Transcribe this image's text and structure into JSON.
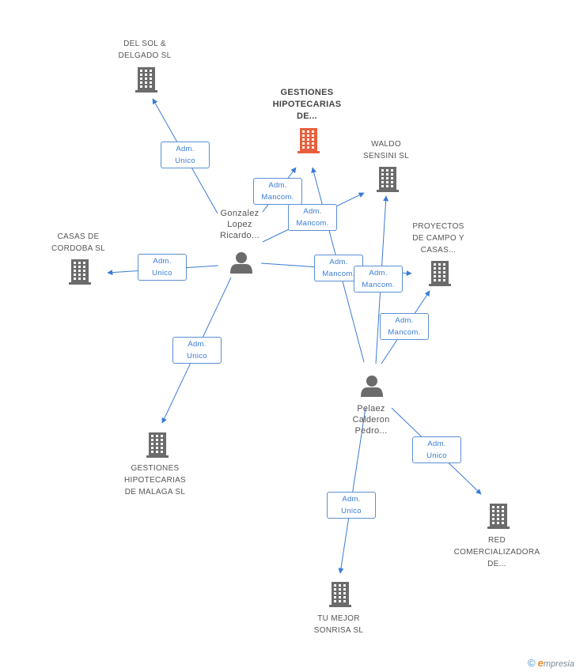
{
  "nodes": {
    "gestiones_hipotecarias_de": {
      "label": "GESTIONES\nHIPOTECARIAS\nDE...",
      "type": "company",
      "highlight": true
    },
    "del_sol_delgado": {
      "label": "DEL SOL &\nDELGADO SL",
      "type": "company"
    },
    "waldo_sensini": {
      "label": "WALDO\nSENSINI SL",
      "type": "company"
    },
    "casas_de_cordoba": {
      "label": "CASAS DE\nCORDOBA SL",
      "type": "company"
    },
    "proyectos_campo_casas": {
      "label": "PROYECTOS\nDE CAMPO Y\nCASAS...",
      "type": "company"
    },
    "gestiones_hipotecarias_malaga": {
      "label": "GESTIONES\nHIPOTECARIAS\nDE MALAGA SL",
      "type": "company"
    },
    "red_comercializadora": {
      "label": "RED\nCOMERCIALIZADORA\nDE...",
      "type": "company"
    },
    "tu_mejor_sonrisa": {
      "label": "TU MEJOR\nSONRISA SL",
      "type": "company"
    },
    "gonzalez_lopez": {
      "label": "Gonzalez\nLopez\nRicardo...",
      "type": "person"
    },
    "pelaez_calderon": {
      "label": "Pelaez\nCalderon\nPedro...",
      "type": "person"
    }
  },
  "edges": [
    {
      "from": "gonzalez_lopez",
      "to": "del_sol_delgado",
      "label": "Adm.\nUnico"
    },
    {
      "from": "gonzalez_lopez",
      "to": "gestiones_hipotecarias_de",
      "label": "Adm.\nMancom."
    },
    {
      "from": "gonzalez_lopez",
      "to": "waldo_sensini",
      "label": "Adm.\nMancom."
    },
    {
      "from": "gonzalez_lopez",
      "to": "casas_de_cordoba",
      "label": "Adm.\nUnico"
    },
    {
      "from": "gonzalez_lopez",
      "to": "proyectos_campo_casas",
      "label": "Adm.\nMancom."
    },
    {
      "from": "gonzalez_lopez",
      "to": "gestiones_hipotecarias_malaga",
      "label": "Adm.\nUnico"
    },
    {
      "from": "pelaez_calderon",
      "to": "gestiones_hipotecarias_de",
      "label": "Adm.\nMancom."
    },
    {
      "from": "pelaez_calderon",
      "to": "waldo_sensini",
      "label": "Adm.\nMancom."
    },
    {
      "from": "pelaez_calderon",
      "to": "proyectos_campo_casas",
      "label": "Adm.\nMancom."
    },
    {
      "from": "pelaez_calderon",
      "to": "red_comercializadora",
      "label": "Adm.\nUnico"
    },
    {
      "from": "pelaez_calderon",
      "to": "tu_mejor_sonrisa",
      "label": "Adm.\nUnico"
    }
  ],
  "colors": {
    "edge": "#3a7bd5",
    "company": "#6b6b6b",
    "highlight": "#e8603c",
    "person": "#6b6b6b"
  },
  "footer": {
    "copyright": "©",
    "brand_first": "e",
    "brand_rest": "mpresia"
  }
}
